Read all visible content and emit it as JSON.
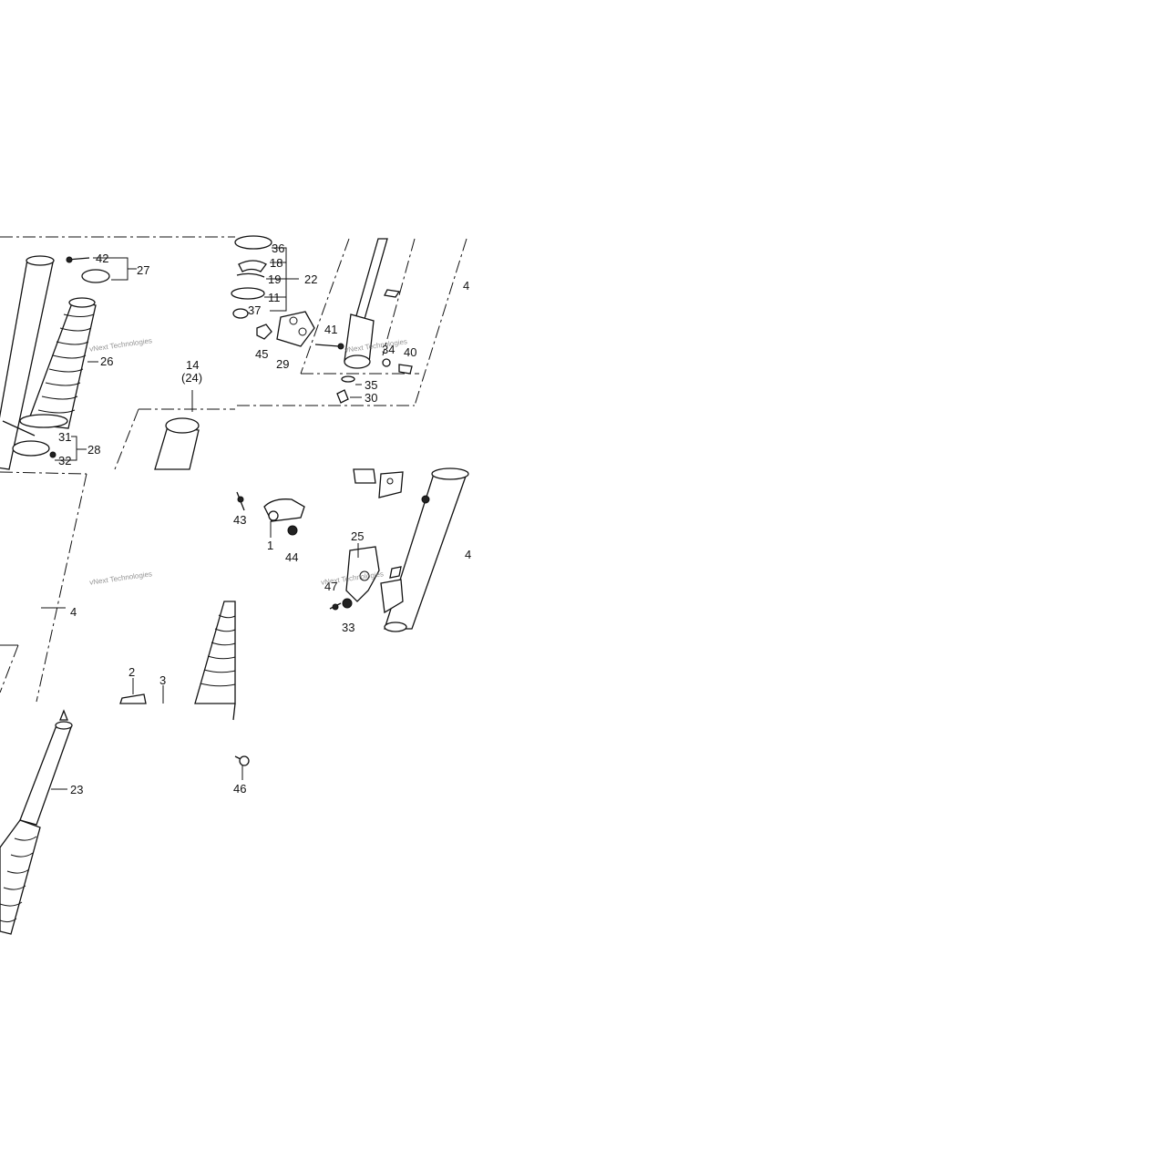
{
  "labels": {
    "p42": "42",
    "p27": "27",
    "p26": "26",
    "p31": "31",
    "p28": "28",
    "p32": "32",
    "p14": "14",
    "p24": "(24)",
    "p36": "36",
    "p18": "18",
    "p19": "19",
    "p22": "22",
    "p11": "11",
    "p37": "37",
    "p45": "45",
    "p29": "29",
    "p41": "41",
    "p34": "34",
    "p40": "40",
    "p35": "35",
    "p30": "30",
    "p4a": "4",
    "p43": "43",
    "p1": "1",
    "p44": "44",
    "p25": "25",
    "p47": "47",
    "p33": "33",
    "p4b": "4",
    "p4c": "4",
    "p2": "2",
    "p3": "3",
    "p23": "23",
    "p46": "46"
  },
  "watermark": "vNext Technologies"
}
